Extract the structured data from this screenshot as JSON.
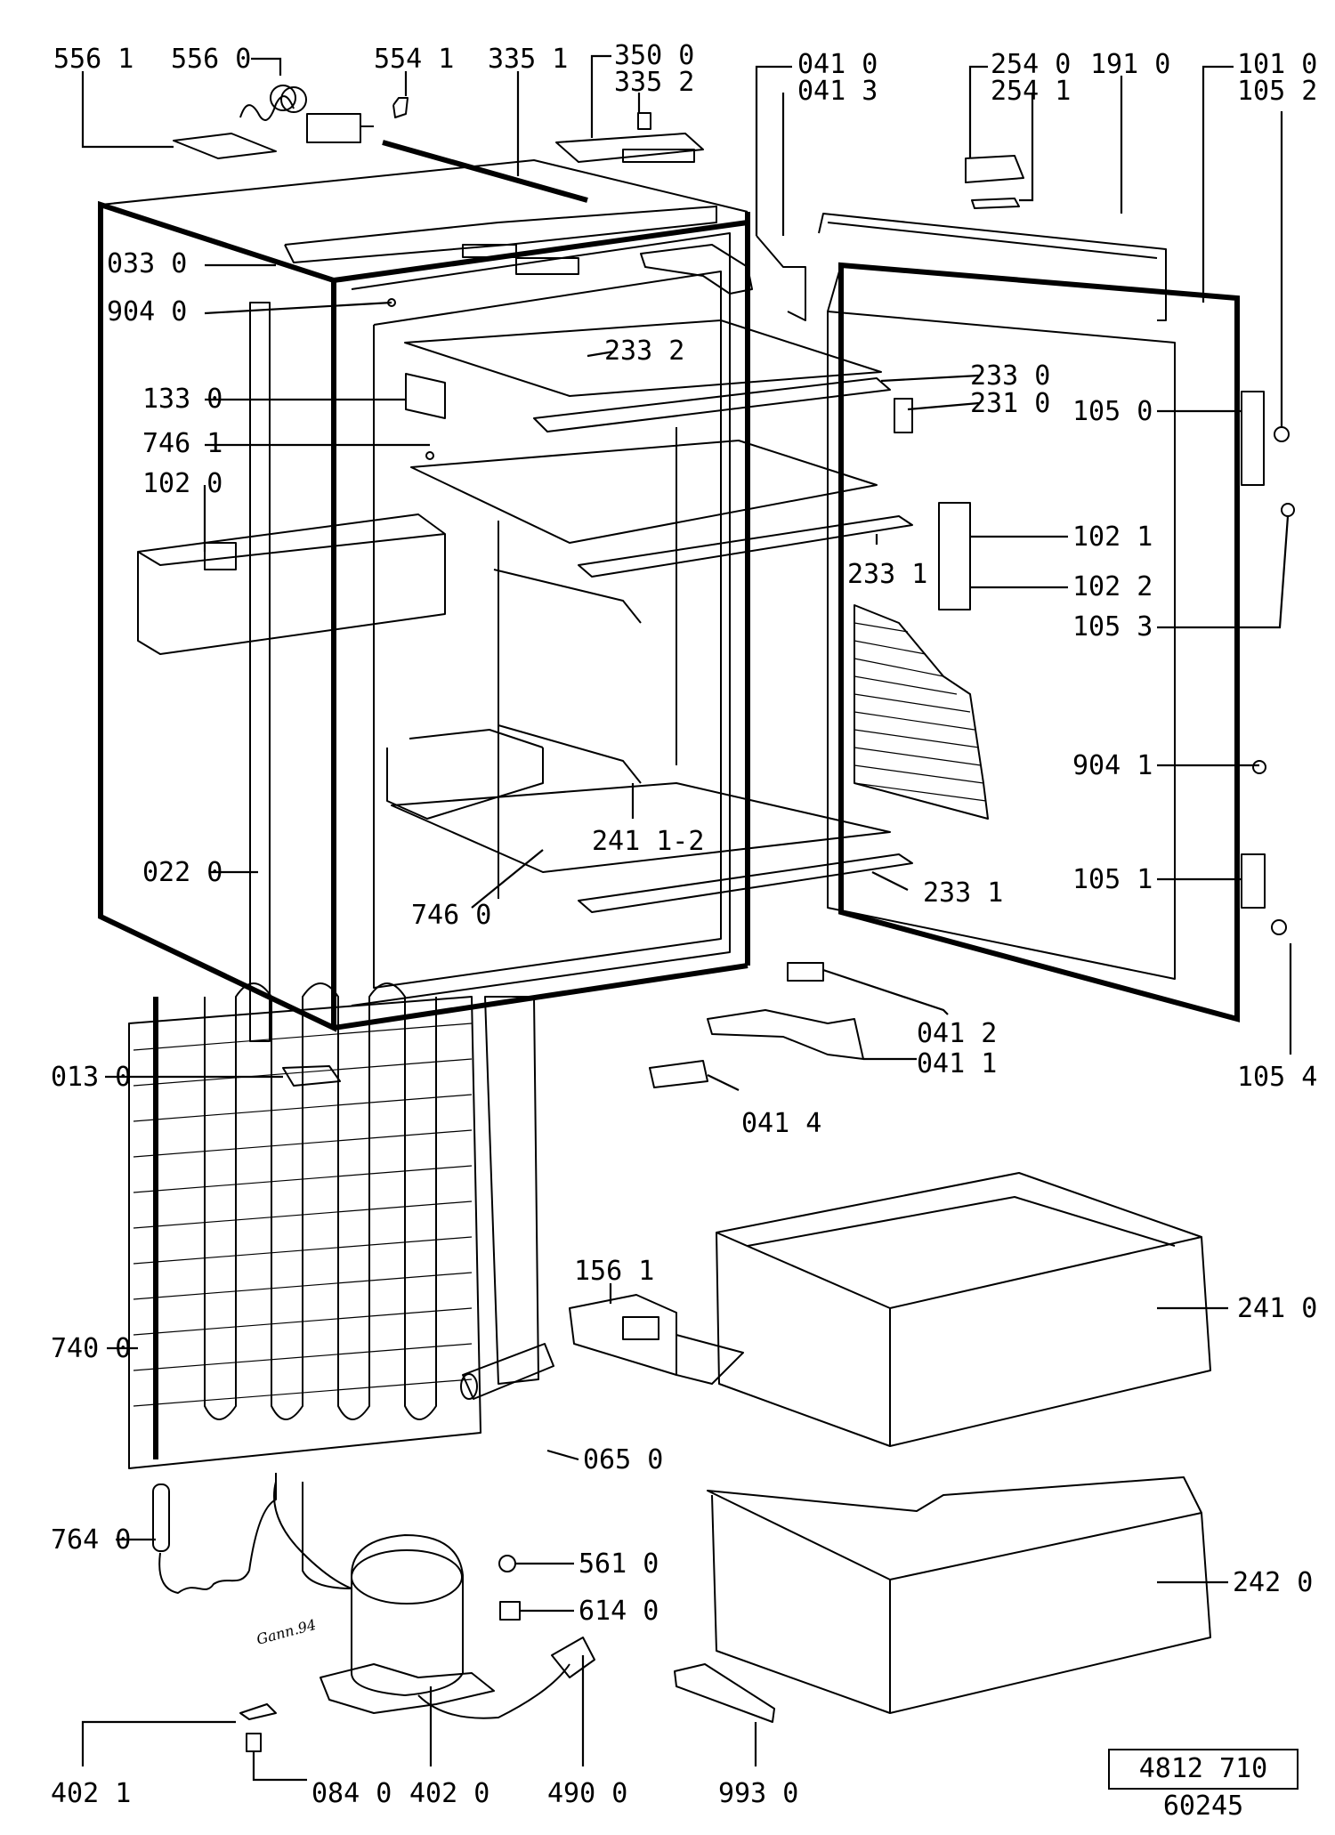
{
  "document_number": "4812 710 60245",
  "handwritten_note": "Gann.94",
  "parts": [
    {
      "id": "p5561",
      "label": "556 1"
    },
    {
      "id": "p5560",
      "label": "556 0"
    },
    {
      "id": "p5541",
      "label": "554 1"
    },
    {
      "id": "p3351",
      "label": "335 1"
    },
    {
      "id": "p3500",
      "label": "350 0"
    },
    {
      "id": "p3352",
      "label": "335 2"
    },
    {
      "id": "p0410",
      "label": "041 0"
    },
    {
      "id": "p0413",
      "label": "041 3"
    },
    {
      "id": "p2540",
      "label": "254 0"
    },
    {
      "id": "p2541",
      "label": "254 1"
    },
    {
      "id": "p1910",
      "label": "191 0"
    },
    {
      "id": "p1010",
      "label": "101 0"
    },
    {
      "id": "p1052",
      "label": "105 2"
    },
    {
      "id": "p0330",
      "label": "033 0"
    },
    {
      "id": "p9040",
      "label": "904 0"
    },
    {
      "id": "p2332",
      "label": "233 2"
    },
    {
      "id": "p2330",
      "label": "233 0"
    },
    {
      "id": "p2310",
      "label": "231 0"
    },
    {
      "id": "p1050",
      "label": "105 0"
    },
    {
      "id": "p1330",
      "label": "133 0"
    },
    {
      "id": "p7461",
      "label": "746 1"
    },
    {
      "id": "p1020",
      "label": "102 0"
    },
    {
      "id": "p2331a",
      "label": "233 1"
    },
    {
      "id": "p1021",
      "label": "102 1"
    },
    {
      "id": "p1022",
      "label": "102 2"
    },
    {
      "id": "p1053",
      "label": "105 3"
    },
    {
      "id": "p9041",
      "label": "904 1"
    },
    {
      "id": "p24112",
      "label": "241 1-2"
    },
    {
      "id": "p0220",
      "label": "022 0"
    },
    {
      "id": "p1051",
      "label": "105 1"
    },
    {
      "id": "p7460",
      "label": "746 0"
    },
    {
      "id": "p2331b",
      "label": "233 1"
    },
    {
      "id": "p0412",
      "label": "041 2"
    },
    {
      "id": "p0411",
      "label": "041 1"
    },
    {
      "id": "p0130",
      "label": "013 0"
    },
    {
      "id": "p1054",
      "label": "105 4"
    },
    {
      "id": "p0414",
      "label": "041 4"
    },
    {
      "id": "p1561",
      "label": "156 1"
    },
    {
      "id": "p2410",
      "label": "241 0"
    },
    {
      "id": "p7400",
      "label": "740 0"
    },
    {
      "id": "p0650",
      "label": "065 0"
    },
    {
      "id": "p7640",
      "label": "764 0"
    },
    {
      "id": "p2420",
      "label": "242 0"
    },
    {
      "id": "p5610",
      "label": "561 0"
    },
    {
      "id": "p6140",
      "label": "614 0"
    },
    {
      "id": "p4021",
      "label": "402 1"
    },
    {
      "id": "p0840",
      "label": "084 0"
    },
    {
      "id": "p4020",
      "label": "402 0"
    },
    {
      "id": "p4900",
      "label": "490 0"
    },
    {
      "id": "p9930",
      "label": "993 0"
    }
  ]
}
